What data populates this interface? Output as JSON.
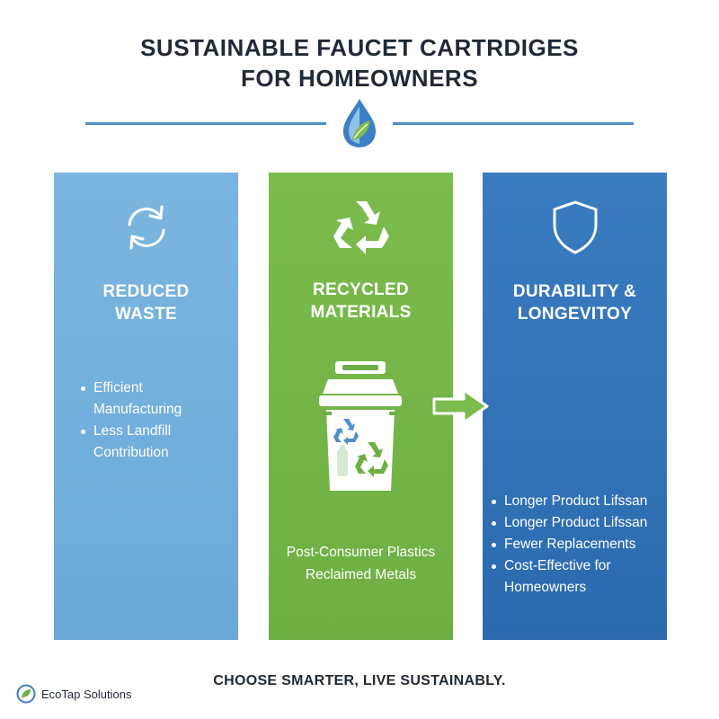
{
  "title": {
    "line1": "SUSTAINABLE FAUCET CARTRDIGES",
    "line2": "FOR HOMEOWNERS"
  },
  "header_icon": "water-drop-leaf-icon",
  "colors": {
    "panel_blue_light": "#6aa9d8",
    "panel_green": "#6eaf43",
    "panel_blue_dark": "#2b6aaf",
    "divider": "#4f8fc8",
    "text_dark": "#1f2a36"
  },
  "panels": [
    {
      "icon": "refresh-cycle-icon",
      "heading_line1": "REDUCED",
      "heading_line2": "WASTE",
      "bullets": [
        "Efficient Manufacturing",
        "Less Landfill Contribution"
      ]
    },
    {
      "icon": "recycle-icon",
      "heading_line1": "RECYCLED",
      "heading_line2": "MATERIALS",
      "illustration": "recycling-bin-icon",
      "materials": [
        "Post-Consumer Plastics",
        "Reclaimed Metals"
      ]
    },
    {
      "icon": "shield-icon",
      "heading_line1": "DURABILITY &",
      "heading_line2": "LONGEVITOY",
      "bullets": [
        "Longer Product Lifssan",
        "Longer Product Lifssan",
        "Fewer Replacements",
        "Cost-Effective for Homeowners"
      ]
    }
  ],
  "connector_icon": "arrow-right-icon",
  "tagline": "CHOOSE SMARTER, LIVE SUSTAINABLY.",
  "brand": {
    "name": "EcoTap Solutions",
    "logo": "leaf-circle-logo"
  }
}
